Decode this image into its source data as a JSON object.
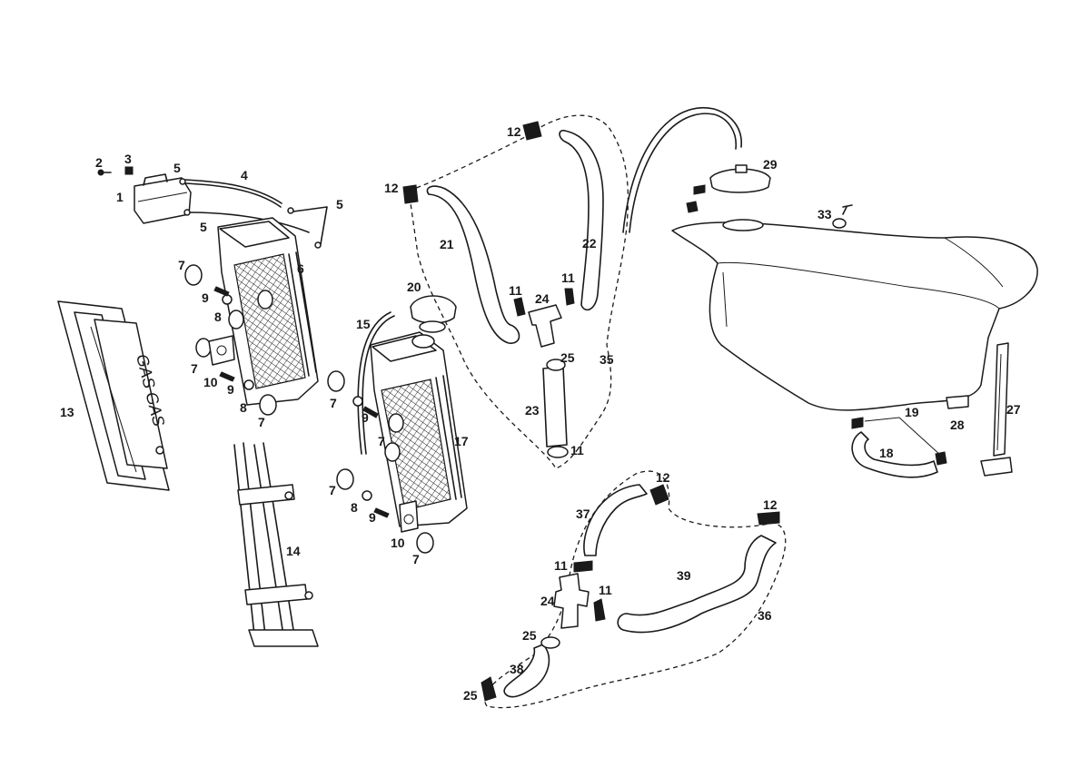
{
  "labels": {
    "l1": "1",
    "l2": "2",
    "l3": "3",
    "l4": "4",
    "l5a": "5",
    "l5b": "5",
    "l5c": "5",
    "l6": "6",
    "l7a": "7",
    "l7b": "7",
    "l7c": "7",
    "l7d": "7",
    "l7e": "7",
    "l7f": "7",
    "l7g": "7",
    "l8a": "8",
    "l8b": "8",
    "l8c": "8",
    "l9a": "9",
    "l9b": "9",
    "l9c": "9",
    "l9d": "9",
    "l10a": "10",
    "l10b": "10",
    "l11a": "11",
    "l11b": "11",
    "l11c": "11",
    "l11d": "11",
    "l11e": "11",
    "l12a": "12",
    "l12b": "12",
    "l12c": "12",
    "l12d": "12",
    "l13": "13",
    "l14": "14",
    "l15": "15",
    "l17": "17",
    "l18": "18",
    "l19": "19",
    "l20": "20",
    "l21": "21",
    "l22": "22",
    "l23": "23",
    "l24a": "24",
    "l24b": "24",
    "l25a": "25",
    "l25b": "25",
    "l25c": "25",
    "l27": "27",
    "l28": "28",
    "l29": "29",
    "l33": "33",
    "l35": "35",
    "l36": "36",
    "l37": "37",
    "l38": "38",
    "l39": "39"
  },
  "radiator_logo_text": "GAS GAS"
}
